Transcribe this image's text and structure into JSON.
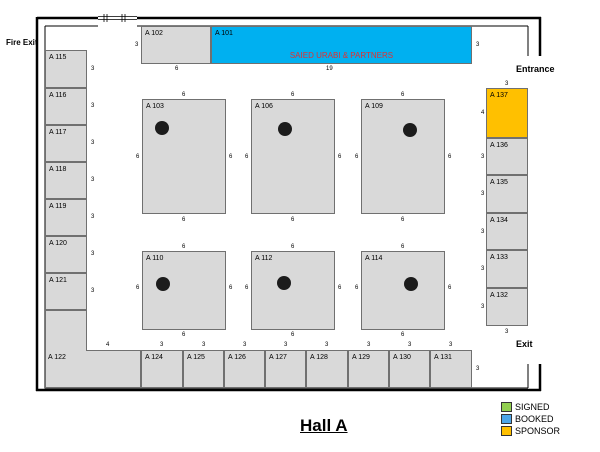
{
  "hall_title": "Hall A",
  "signs": {
    "fire_exit": "Fire Exit",
    "entrance": "Entrance",
    "exit": "Exit"
  },
  "colors": {
    "available": "#d9d9d9",
    "exhibitor_text": "#e03131",
    "walls": "#000000",
    "pillar": "#1c1c1c"
  },
  "booths": {
    "top_row": [
      {
        "id": "A 102"
      },
      {
        "id": "A 101",
        "fill": "#00b0f0",
        "exhibitor": "SAIED URABI & PARTNERS"
      }
    ],
    "left_column": [
      {
        "id": "A 115"
      },
      {
        "id": "A 116"
      },
      {
        "id": "A 117"
      },
      {
        "id": "A 118"
      },
      {
        "id": "A 119"
      },
      {
        "id": "A 120"
      },
      {
        "id": "A 121"
      },
      {
        "id": "A 122"
      }
    ],
    "bottom_row": [
      {
        "id": "A 124"
      },
      {
        "id": "A 125"
      },
      {
        "id": "A 126"
      },
      {
        "id": "A 127"
      },
      {
        "id": "A 128"
      },
      {
        "id": "A 129"
      },
      {
        "id": "A 130"
      },
      {
        "id": "A 131"
      }
    ],
    "right_column": [
      {
        "id": "A 137",
        "fill": "#ffc000"
      },
      {
        "id": "A 136"
      },
      {
        "id": "A 135"
      },
      {
        "id": "A 134"
      },
      {
        "id": "A 133"
      },
      {
        "id": "A 132"
      }
    ],
    "islands": [
      {
        "id": "A 103",
        "dims": {
          "top": "6",
          "left": "6",
          "right": "6",
          "bottom": "6"
        }
      },
      {
        "id": "A 106",
        "dims": {
          "top": "6",
          "left": "6",
          "right": "6",
          "bottom": "6"
        }
      },
      {
        "id": "A 109",
        "dims": {
          "top": "6",
          "left": "6",
          "right": "6",
          "bottom": "6"
        }
      },
      {
        "id": "A 110",
        "dims": {
          "top": "6",
          "left": "6",
          "right": "6",
          "bottom": "6"
        }
      },
      {
        "id": "A 112",
        "dims": {
          "top": "6",
          "left": "6",
          "right": "6",
          "bottom": "6"
        }
      },
      {
        "id": "A 114",
        "dims": {
          "top": "6",
          "left": "6",
          "right": "6",
          "bottom": "6"
        }
      }
    ]
  },
  "dimensions": {
    "a102_side": "3",
    "a102_front": "6",
    "a101_front": "19",
    "a101_side": "3",
    "left_column": [
      "3",
      "3",
      "3",
      "3",
      "3",
      "3",
      "3"
    ],
    "a122_front": "4",
    "bottom_row": [
      "3",
      "3",
      "3",
      "3",
      "3",
      "3",
      "3",
      "3"
    ],
    "a131_side": "3",
    "a137_end": "3",
    "a137_front": "4",
    "right_column": [
      "3",
      "3",
      "3",
      "3",
      "3"
    ],
    "a132_end": "3"
  },
  "legend": [
    {
      "label": "SIGNED",
      "color": "#92d050"
    },
    {
      "label": "BOOKED",
      "color": "#4da6e8"
    },
    {
      "label": "SPONSOR",
      "color": "#ffc000"
    }
  ]
}
